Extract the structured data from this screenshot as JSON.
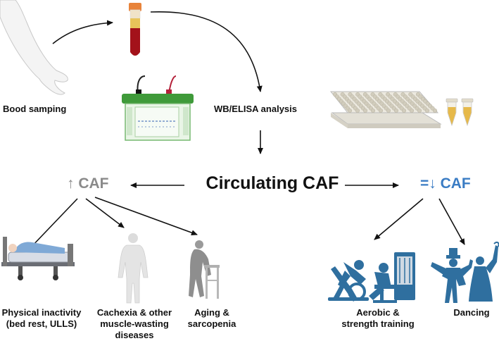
{
  "labels": {
    "blood_sampling": "Bood samping",
    "analysis": "WB/ELISA analysis",
    "center": "Circulating CAF",
    "increase": "↑ CAF",
    "decrease": "=↓ CAF",
    "inactivity_line1": "Physical inactivity",
    "inactivity_line2": "(bed rest, ULLS)",
    "cachexia_line1": "Cachexia & other",
    "cachexia_line2": "muscle-wasting",
    "cachexia_line3": "diseases",
    "aging_line1": "Aging &",
    "aging_line2": "sarcopenia",
    "training_line1": "Aerobic &",
    "training_line2": "strength training",
    "dancing": "Dancing"
  },
  "colors": {
    "increase": "#8a8a8a",
    "decrease": "#3a7cc4",
    "arrow": "#111111",
    "exercise_icons": "#2f6f9f"
  },
  "icons": [
    "arm-icon",
    "blood-tube-icon",
    "electrophoresis-icon",
    "well-plate-icon",
    "eppendorf-tubes-icon",
    "hospital-bed-icon",
    "person-silhouette-icon",
    "elderly-walker-icon",
    "cycling-icon",
    "strength-machine-icon",
    "dancers-icon"
  ]
}
